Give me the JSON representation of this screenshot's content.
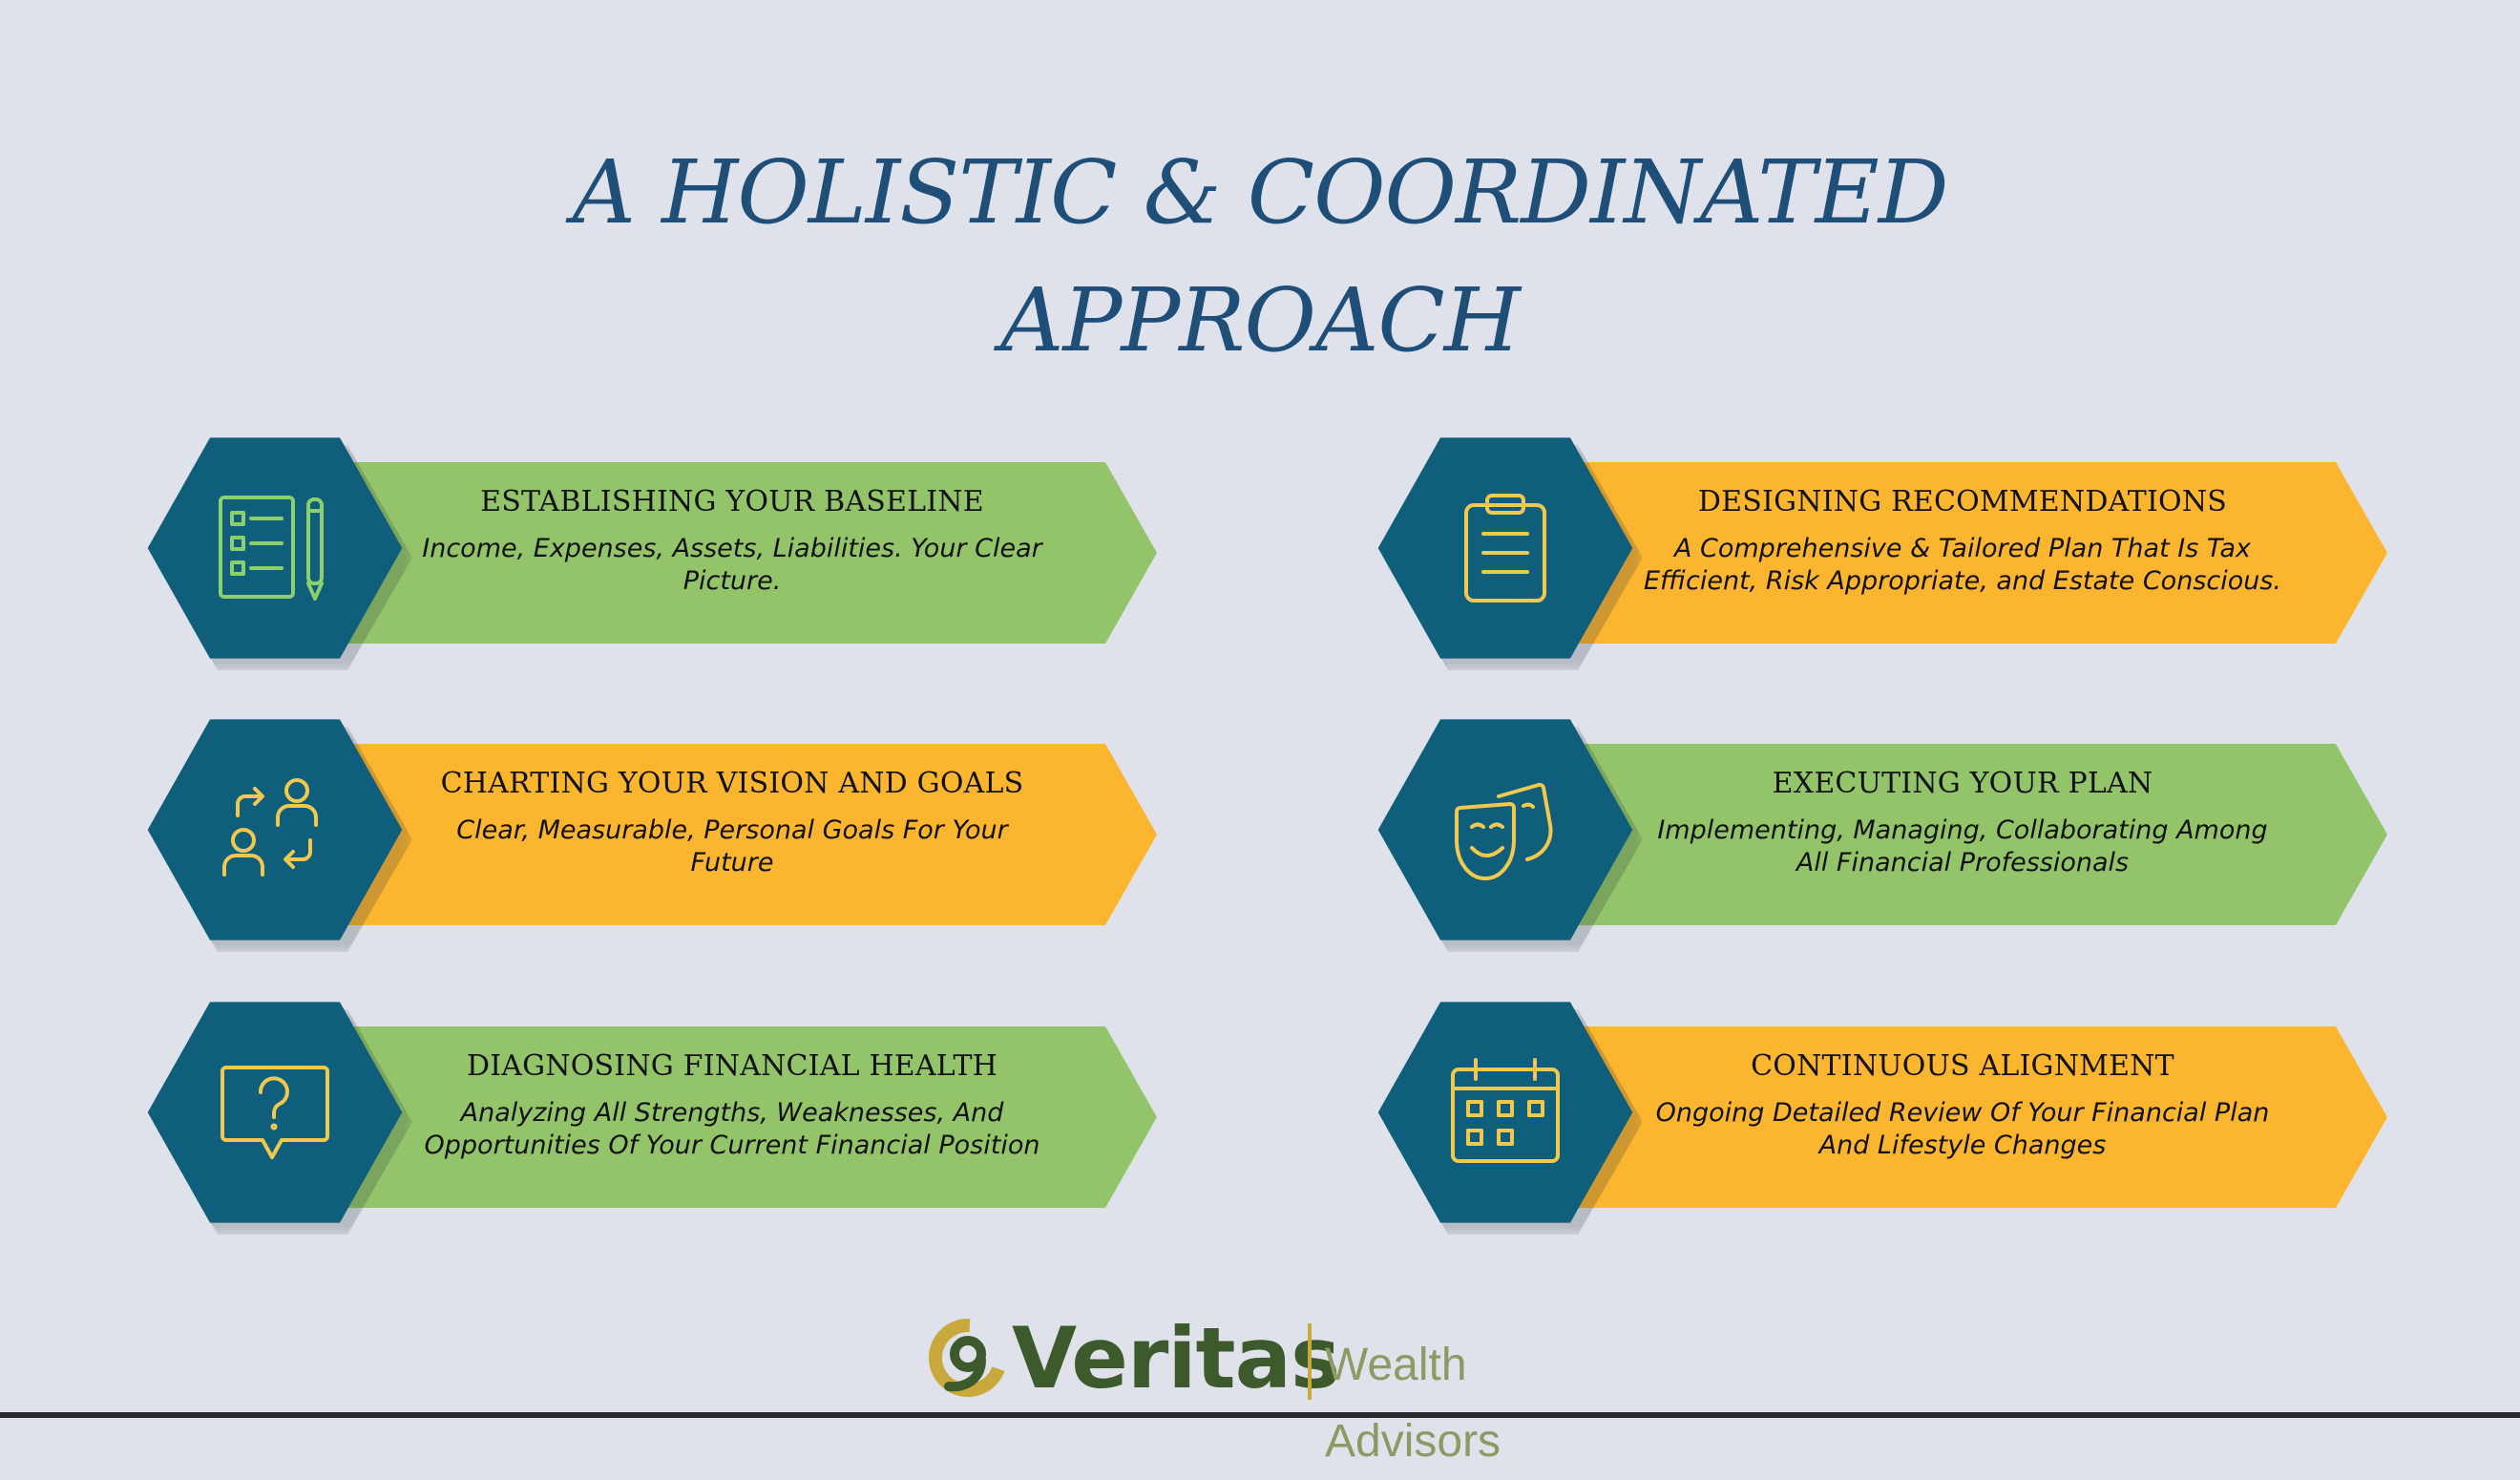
{
  "title": {
    "line1": "A HOLISTIC & COORDINATED",
    "line2": "APPROACH"
  },
  "colors": {
    "title": "#1f4e79",
    "hexagon": "#0f5f7c",
    "green": "#93c46a",
    "orange": "#fbb52f",
    "icon_stroke": "#f2c94c"
  },
  "steps": [
    {
      "heading": "ESTABLISHING YOUR BASELINE",
      "description": "Income, Expenses, Assets, Liabilities. Your Clear Picture.",
      "icon": "checklist-icon",
      "color": "green"
    },
    {
      "heading": "DESIGNING RECOMMENDATIONS",
      "description": "A Comprehensive & Tailored Plan That Is Tax Efficient, Risk Appropriate, and Estate Conscious.",
      "icon": "clipboard-icon",
      "color": "orange"
    },
    {
      "heading": "CHARTING YOUR VISION AND GOALS",
      "description": "Clear, Measurable, Personal Goals For Your Future",
      "icon": "people-exchange-icon",
      "color": "orange"
    },
    {
      "heading": "EXECUTING YOUR PLAN",
      "description": "Implementing, Managing, Collaborating Among All Financial Professionals",
      "icon": "theater-masks-icon",
      "color": "green"
    },
    {
      "heading": "DIAGNOSING FINANCIAL HEALTH",
      "description": "Analyzing All Strengths, Weaknesses, And Opportunities Of Your Current Financial Position",
      "icon": "question-bubble-icon",
      "color": "green"
    },
    {
      "heading": "CONTINUOUS ALIGNMENT",
      "description": "Ongoing Detailed Review Of Your Financial Plan And Lifestyle Changes",
      "icon": "calendar-icon",
      "color": "orange"
    }
  ],
  "logo": {
    "name": "Veritas",
    "tagline": "Wealth Advisors"
  }
}
